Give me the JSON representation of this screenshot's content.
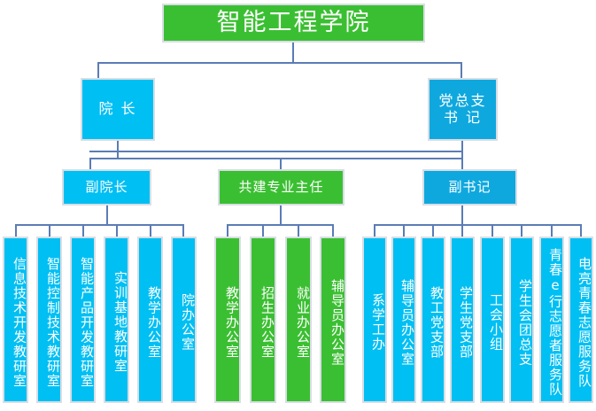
{
  "chart_data": {
    "type": "diagram",
    "title": "智能工程学院",
    "diagram_kind": "organization-chart"
  },
  "colors": {
    "green": "#3BBF32",
    "cyan": "#00BFF3",
    "cyan_dark": "#0FA8DE",
    "line": "#5B7CB5",
    "border": "#D9DEE4",
    "text": "#FFFFFF",
    "background": "#FFFFFF"
  },
  "title": {
    "label": "智能工程学院"
  },
  "level2": {
    "dean": "院 长",
    "party_secretary": "党总支\n书  记"
  },
  "level3": {
    "vice_dean": "副院长",
    "joint_major_director": "共建专业主任",
    "vice_secretary": "副书记"
  },
  "vice_dean_units": [
    {
      "label": "信息技术开发教研室"
    },
    {
      "label": "智能控制技术教研室"
    },
    {
      "label": "智能产品开发教研室"
    },
    {
      "label": "实训基地教研室"
    },
    {
      "label": "教学办公室"
    },
    {
      "label": "院办公室"
    }
  ],
  "joint_major_units": [
    {
      "label": "教学办公室"
    },
    {
      "label": "招生办公室"
    },
    {
      "label": "就业办公室"
    },
    {
      "label": "辅导员办公室"
    }
  ],
  "vice_secretary_units": [
    {
      "label": "系学工办"
    },
    {
      "label": "辅导员办公室"
    },
    {
      "label": "教工党支部"
    },
    {
      "label": "学生党支部"
    },
    {
      "label": "工会小组"
    },
    {
      "label": "学生会团总支"
    },
    {
      "label": "青春e行志愿者服务队"
    },
    {
      "label": "电亮青春志愿服务队"
    }
  ]
}
